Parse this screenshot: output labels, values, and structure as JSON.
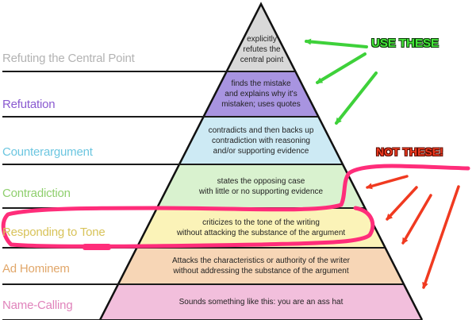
{
  "levels": [
    {
      "label": "Refuting the Central Point",
      "label_color": "#b3b3b3",
      "fill": "#d8d8d8",
      "lines": [
        "explicitly",
        "refutes the",
        "central point"
      ]
    },
    {
      "label": "Refutation",
      "label_color": "#8a5ad0",
      "fill": "#a894e0",
      "lines": [
        "finds the mistake",
        "and explains why it's",
        "mistaken; uses quotes"
      ]
    },
    {
      "label": "Counterargument",
      "label_color": "#6cc6e0",
      "fill": "#cdeaf4",
      "lines": [
        "contradicts and then backs up",
        "contradiction with reasoning",
        "and/or supporting evidence"
      ]
    },
    {
      "label": "Contradiction",
      "label_color": "#8fcf6e",
      "fill": "#d9f2cf",
      "lines": [
        "states the opposing case",
        "with little or no supporting evidence"
      ]
    },
    {
      "label": "Responding to Tone",
      "label_color": "#d8c35a",
      "fill": "#fbf3b8",
      "lines": [
        "criticizes to the tone of the writing",
        "without attacking the substance of the argument"
      ]
    },
    {
      "label": "Ad Hominem",
      "label_color": "#e1a76a",
      "fill": "#f7d6b6",
      "lines": [
        "Attacks the  characteristics or authority of the writer",
        "without addressing the substance of the argument"
      ]
    },
    {
      "label": "Name-Calling",
      "label_color": "#e083bb",
      "fill": "#f2bfdc",
      "lines": [
        "Sounds something like this: you are an ass hat"
      ]
    }
  ],
  "callouts": {
    "use": {
      "text": "USE THESE",
      "color": "#46e63a"
    },
    "not": {
      "text": "NOT THESE!",
      "color": "#f03a20"
    }
  },
  "highlight_color": "#ff2d7a"
}
